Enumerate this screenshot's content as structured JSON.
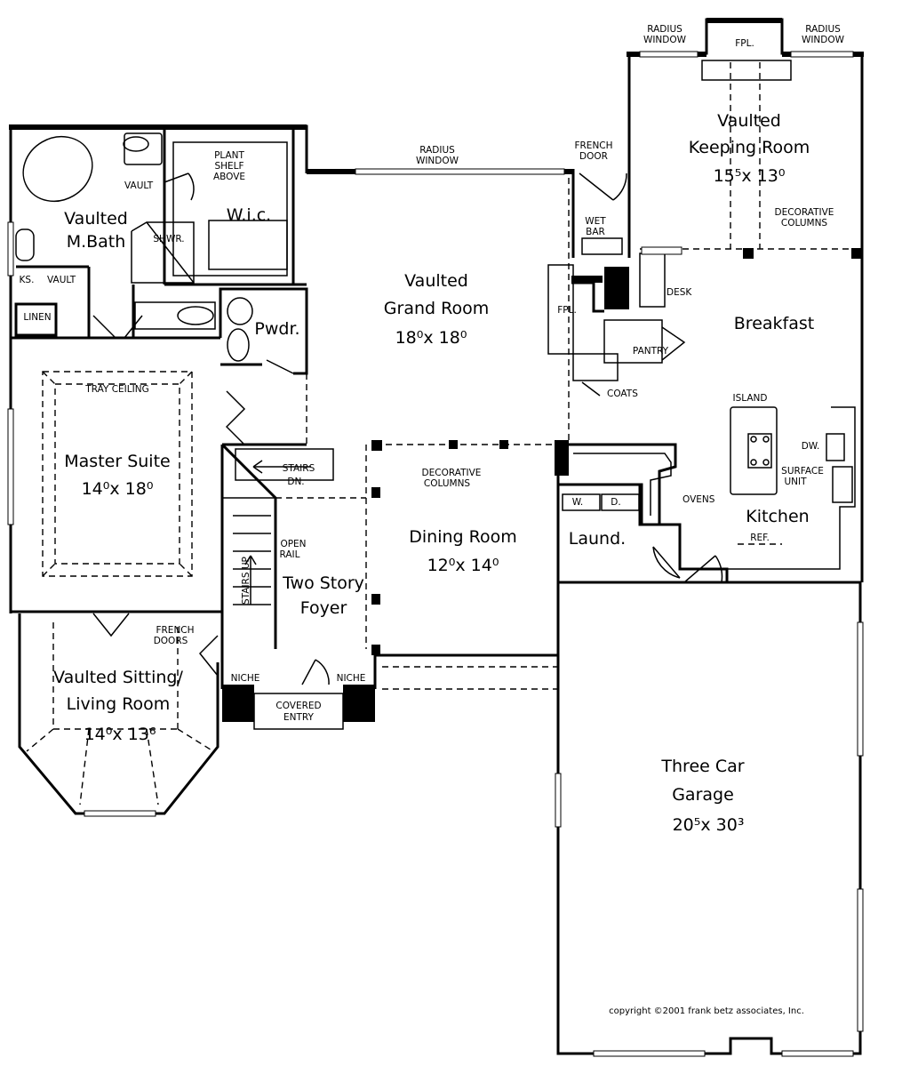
{
  "rooms": {
    "keeping": {
      "line1": "Vaulted",
      "line2": "Keeping Room",
      "dim": "15⁵x 13⁰"
    },
    "grand": {
      "line1": "Vaulted",
      "line2": "Grand Room",
      "dim": "18⁰x 18⁰"
    },
    "breakfast": {
      "name": "Breakfast"
    },
    "mbath": {
      "line1": "Vaulted",
      "line2": "M.Bath"
    },
    "wic": {
      "name": "W.i.c."
    },
    "pwdr": {
      "name": "Pwdr."
    },
    "master": {
      "line1": "Master Suite",
      "dim": "14⁰x 18⁰"
    },
    "dining": {
      "line1": "Dining Room",
      "dim": "12⁰x 14⁰"
    },
    "foyer": {
      "line1": "Two Story",
      "line2": "Foyer"
    },
    "kitchen": {
      "name": "Kitchen"
    },
    "laund": {
      "name": "Laund."
    },
    "sitting": {
      "line1": "Vaulted Sitting/",
      "line2": "Living Room",
      "dim": "14⁰x 13⁶"
    },
    "garage": {
      "line1": "Three Car",
      "line2": "Garage",
      "dim": "20⁵x 30³"
    }
  },
  "labels": {
    "radius_window_left": [
      "RADIUS",
      "WINDOW"
    ],
    "radius_window_right": [
      "RADIUS",
      "WINDOW"
    ],
    "radius_window_grand": [
      "RADIUS",
      "WINDOW"
    ],
    "fpl_top": "FPL.",
    "fpl_grand": "FPL.",
    "french_door": [
      "FRENCH",
      "DOOR"
    ],
    "wet_bar": [
      "WET",
      "BAR"
    ],
    "decorative_columns_keeping": [
      "DECORATIVE",
      "COLUMNS"
    ],
    "desk": "DESK",
    "pantry": "PANTRY",
    "coats": "COATS",
    "plant_shelf": [
      "PLANT",
      "SHELF",
      "ABOVE"
    ],
    "vault_upper": "VAULT",
    "vault_lower": "VAULT",
    "shwr": "SHWR.",
    "ks": "KS.",
    "linen": "LINEN",
    "tray_ceiling": "TRAY CEILING",
    "stairs_dn": [
      "STAIRS",
      "DN."
    ],
    "decorative_columns_dining": [
      "DECORATIVE",
      "COLUMNS"
    ],
    "island": "ISLAND",
    "dw": "DW.",
    "surface_unit": [
      "SURFACE",
      "UNIT"
    ],
    "ovens": "OVENS",
    "w": "W.",
    "d": "D.",
    "ref": "REF.",
    "open_rail": [
      "OPEN",
      "RAIL"
    ],
    "stairs_up": "STAIRS UP",
    "french_doors": [
      "FRENCH",
      "DOORS"
    ],
    "niche_left": "NICHE",
    "niche_right": "NICHE",
    "covered_entry": [
      "COVERED",
      "ENTRY"
    ]
  },
  "copyright": "copyright ©2001 frank betz associates, Inc."
}
